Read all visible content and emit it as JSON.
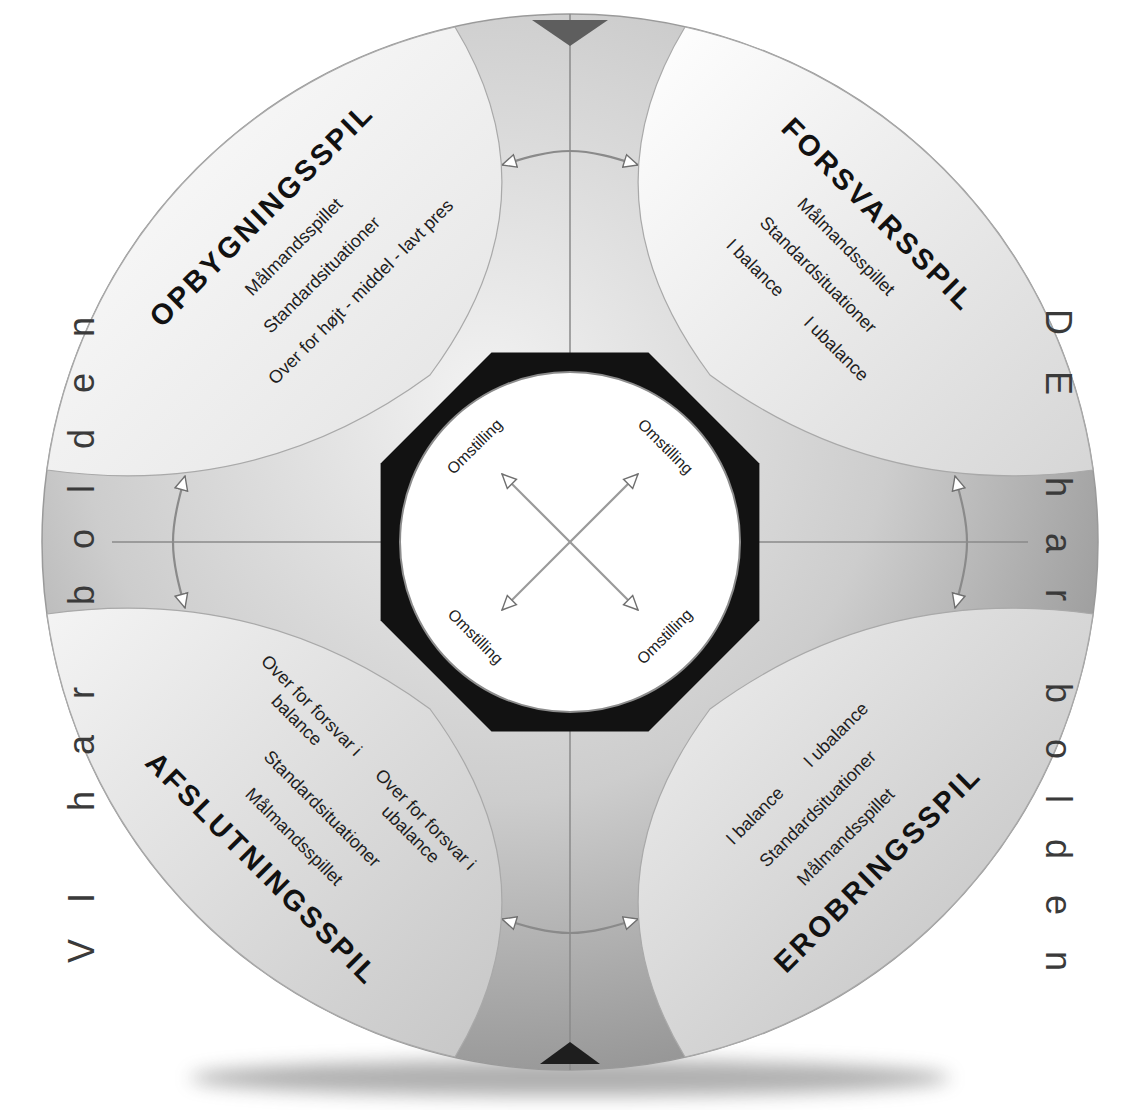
{
  "diagram": {
    "nodes": [
      {
        "text": [
          "OPBYGNINGSSPIL",
          "Målmandsspillet",
          "Standardsituationer",
          "Over for højt - middel - lavt pres"
        ]
      },
      {
        "text": [
          "FORSVARSSPIL",
          "Målmandsspillet",
          "Standardsituationer",
          "I balance",
          "I ubalance"
        ]
      },
      {
        "text": [
          "Omstilling",
          "Omstilling",
          "Omstilling",
          "Omstilling"
        ]
      },
      {
        "text": [
          "AFSLUTNINGSSPIL",
          "Målmandsspillet",
          "Standardsituationer",
          "Over for forsvar i balance",
          "Over for forsvar i ubalance"
        ]
      },
      {
        "text": [
          "EROBRINGSSPIL",
          "Målmandsspillet",
          "Standardsituationer",
          "I balance",
          "I ubalance"
        ]
      }
    ],
    "edges": [
      {
        "from": 0,
        "to": 1,
        "arrow": "both"
      },
      {
        "from": 0,
        "to": 3,
        "arrow": "both"
      },
      {
        "from": 1,
        "to": 4,
        "arrow": "both"
      },
      {
        "from": 3,
        "to": 4,
        "arrow": "both"
      }
    ],
    "labels": [
      "VI har bolden",
      "DE har bolden"
    ]
  }
}
